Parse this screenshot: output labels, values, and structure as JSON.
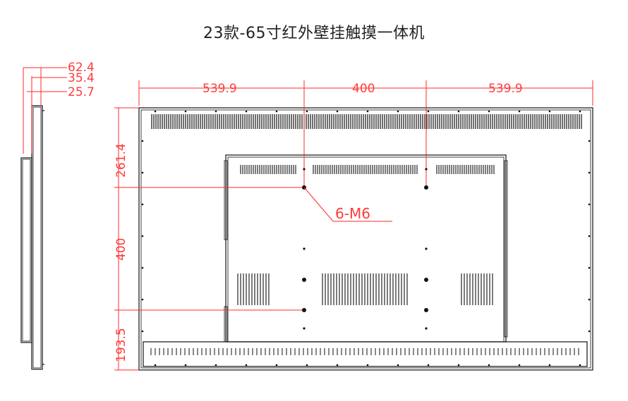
{
  "title": "23款-65寸红外壁挂触摸一体机",
  "side_dims": {
    "d1": "62.4",
    "d2": "35.4",
    "d3": "25.7"
  },
  "top_dims": {
    "left": "539.9",
    "mid": "400",
    "right": "539.9"
  },
  "left_dims": {
    "top": "261.4",
    "mid": "400",
    "bottom": "193.5"
  },
  "callout": "6-M6",
  "colors": {
    "dimension": "#ff2a2a",
    "outline": "#111111"
  }
}
